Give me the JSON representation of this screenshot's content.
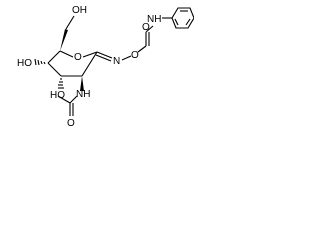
{
  "molecule": {
    "labels": {
      "oh_top": "OH",
      "ring_o": "O",
      "ho_left": "HO",
      "ho_bottom": "HO",
      "nh_amide": "NH",
      "imine_n": "N",
      "oxime_o": "O",
      "carbonyl_o_upper": "O",
      "nh_phenyl": "NH",
      "carbonyl_o_lower": "O"
    }
  }
}
